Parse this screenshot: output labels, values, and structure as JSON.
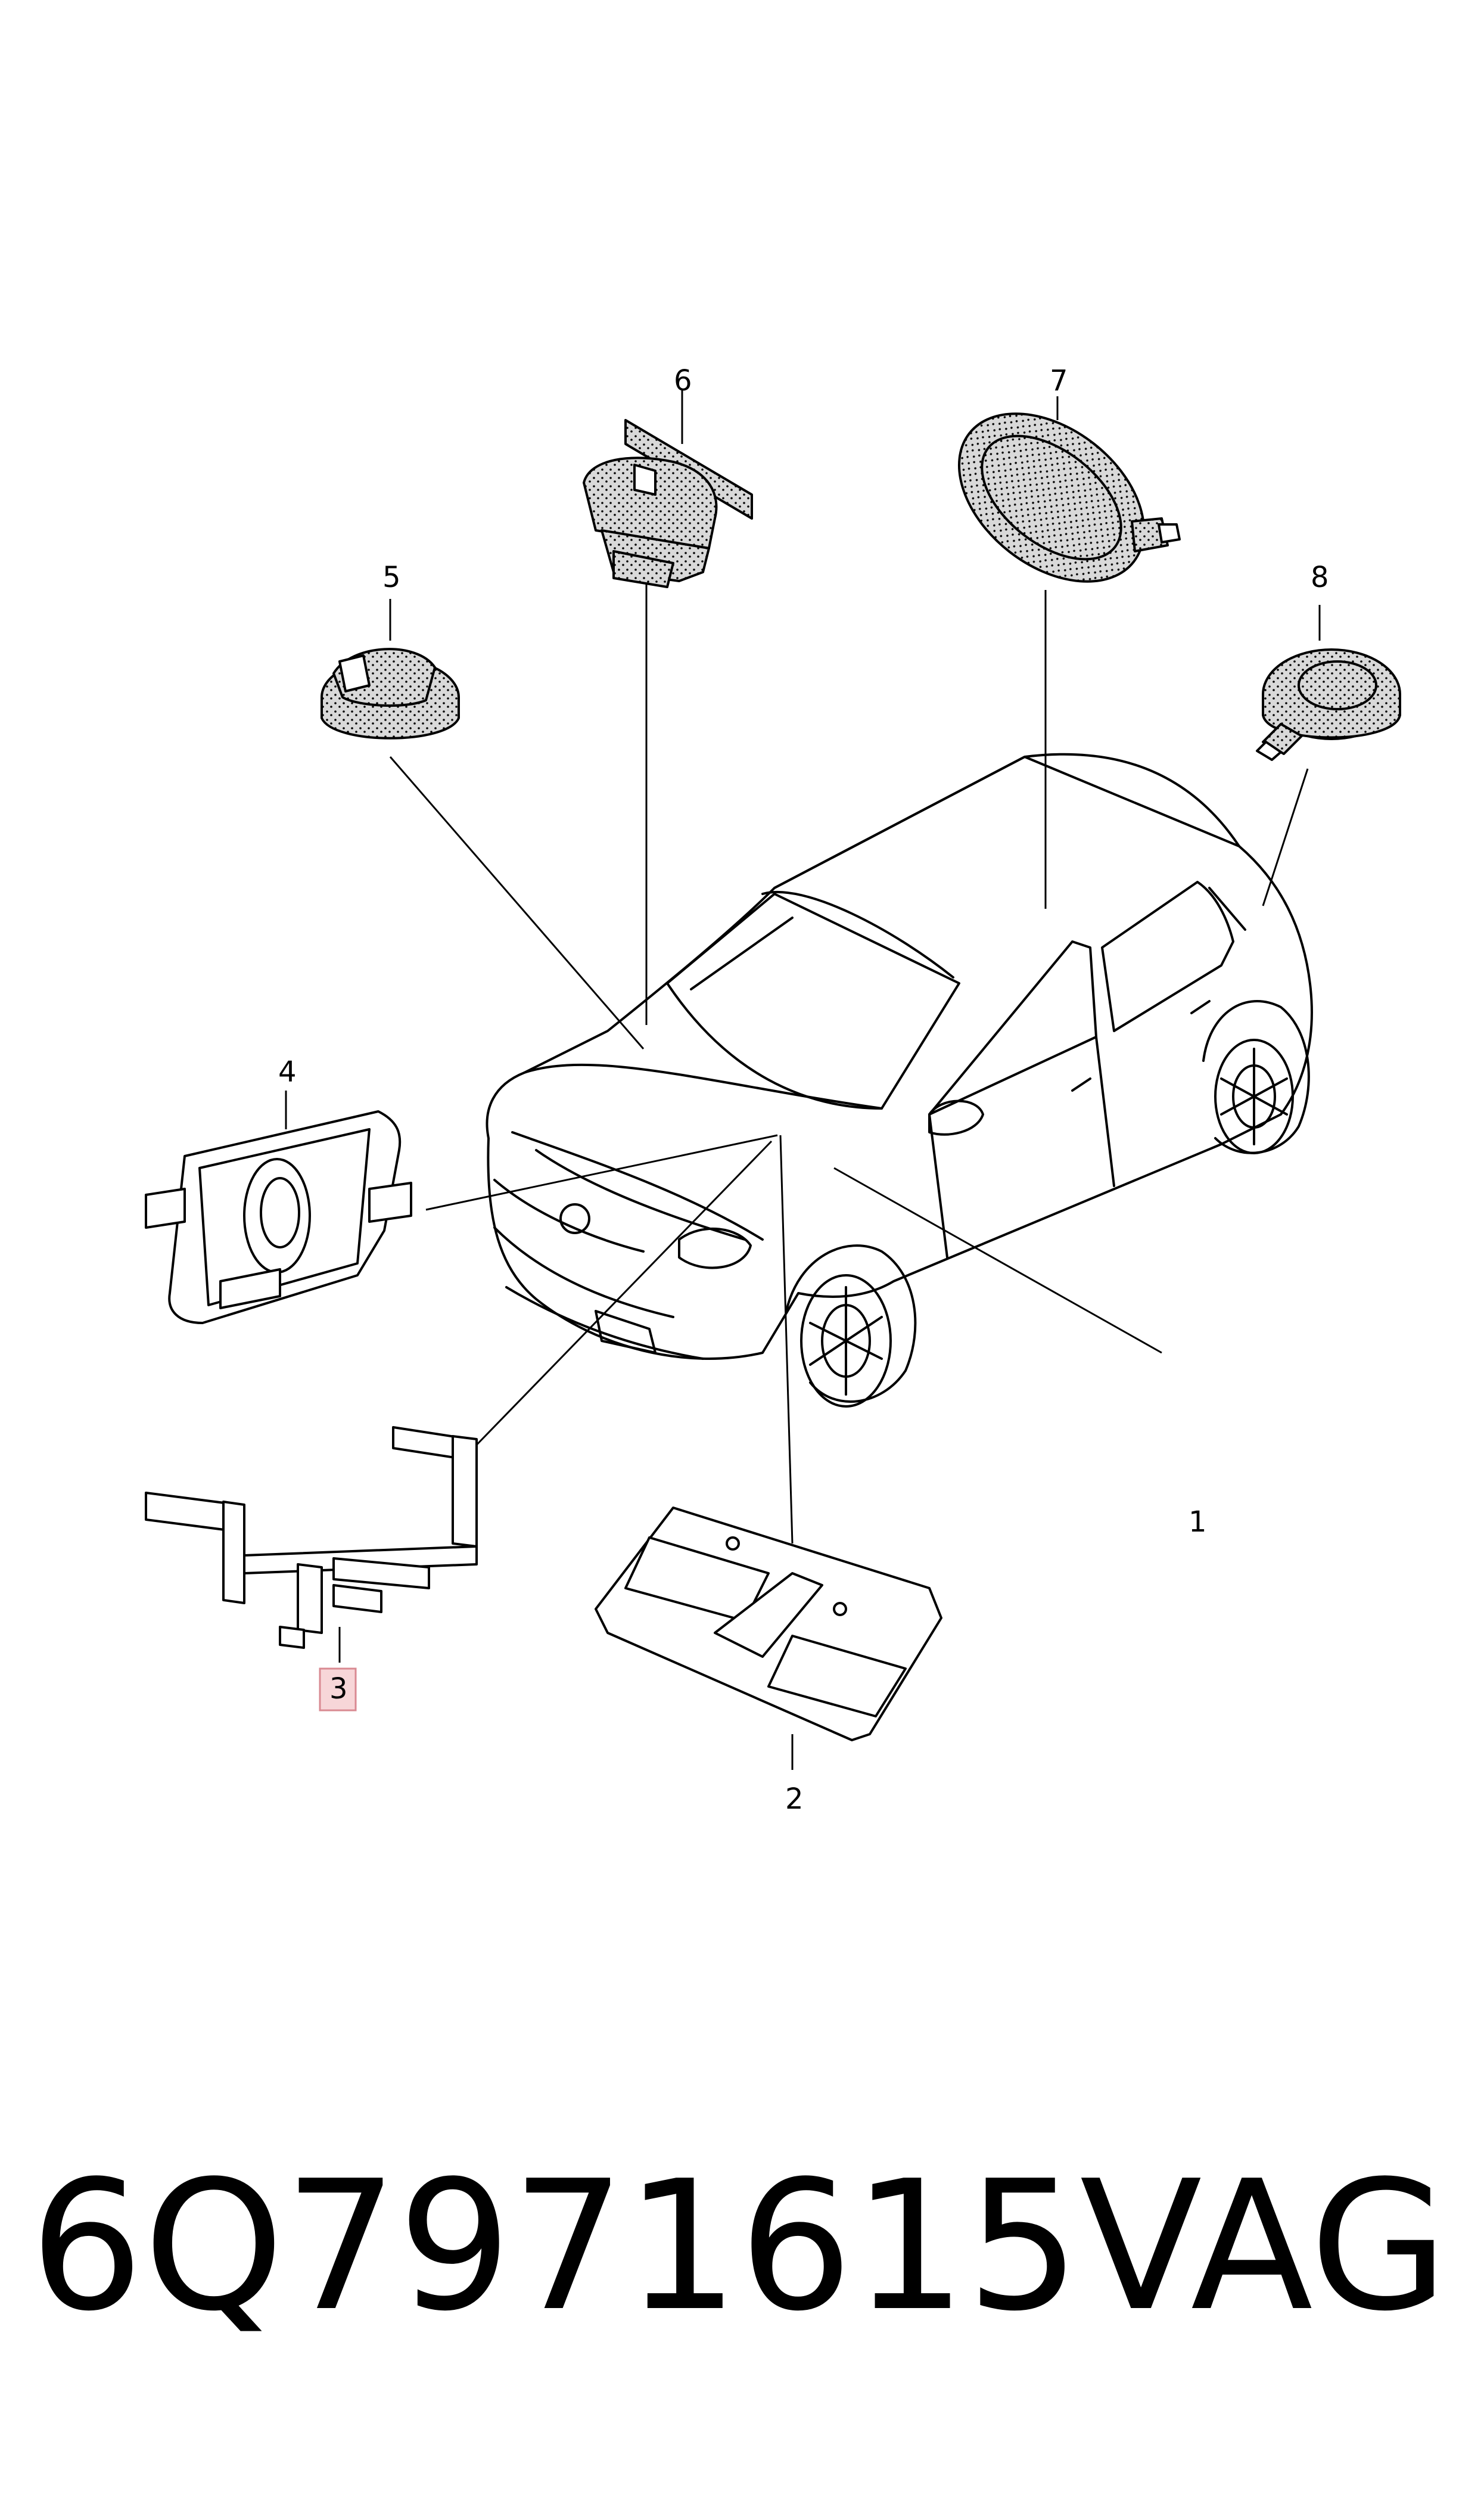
{
  "diagram": {
    "callouts": [
      "1",
      "2",
      "3",
      "4",
      "5",
      "6",
      "7",
      "8"
    ],
    "highlighted_callout": "3"
  },
  "footer": {
    "part_number": "6Q7971615",
    "brand": "VAG"
  }
}
